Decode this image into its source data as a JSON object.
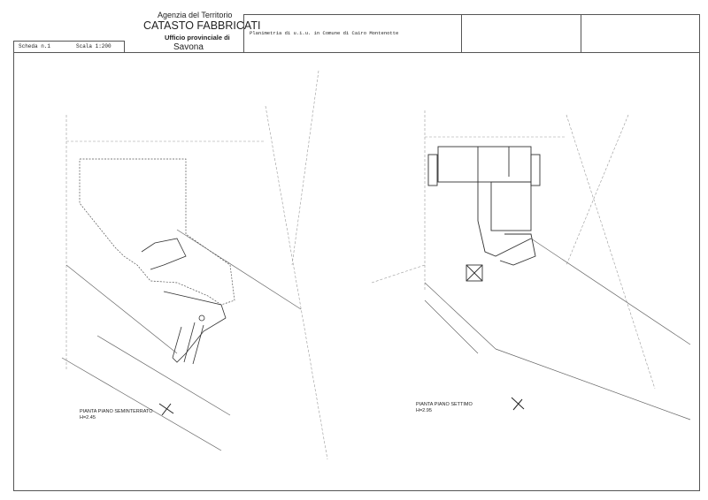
{
  "header": {
    "agency": "Agenzia del Territorio",
    "title": "CATASTO FABBRICATI",
    "office_label": "Ufficio provinciale di",
    "office_city": "Savona",
    "sheet": "Scheda n.1",
    "scale": "Scala 1:200",
    "description": "Planimetria di u.i.u. in Comune di Cairo Montenotte"
  },
  "plans": [
    {
      "label": "PIANTA PIANO SEMINTERRATO",
      "height": "H=2.45"
    },
    {
      "label": "PIANTA PIANO SETTIMO",
      "height": "H=2.95"
    }
  ],
  "icons": [
    "north-arrow-icon",
    "north-arrow-icon"
  ]
}
